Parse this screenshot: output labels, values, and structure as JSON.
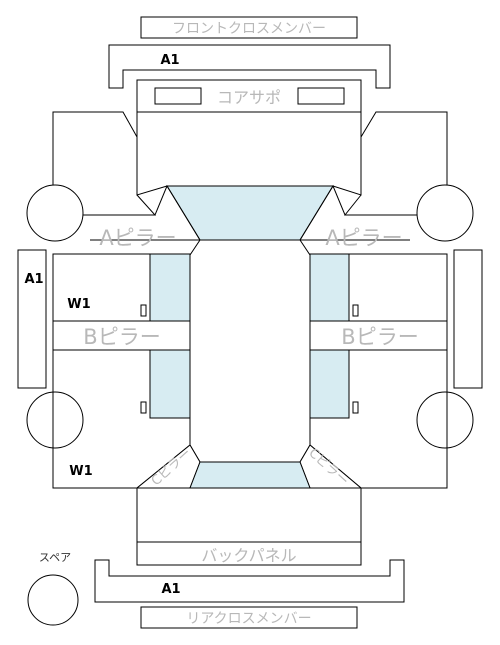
{
  "labels": {
    "front_cross_member": "フロントクロスメンバー",
    "core_support": "コアサポ",
    "a_pillar_left": "Aピラー",
    "a_pillar_right": "Aピラー",
    "b_pillar_left": "Bピラー",
    "b_pillar_right": "Bピラー",
    "c_pillar_left": "Cピラー",
    "c_pillar_right": "Cピラー",
    "back_panel": "バックパネル",
    "rear_cross_member": "リアクロスメンバー",
    "spare": "スペア"
  },
  "marks": {
    "a1_front": "A1",
    "a1_side": "A1",
    "a1_rear": "A1",
    "w1_upper": "W1",
    "w1_lower": "W1"
  },
  "colors": {
    "glass": "#d7ecf2",
    "gray_text": "#b8b8b8",
    "line": "#000000"
  }
}
